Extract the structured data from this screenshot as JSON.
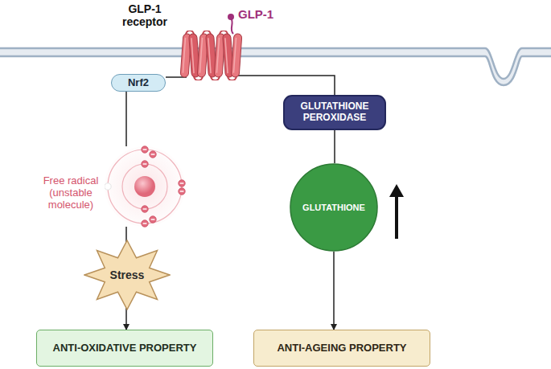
{
  "diagram": {
    "nodes": [
      {
        "text": [
          "GLP-1 receptor"
        ]
      },
      {
        "text": [
          "Nrf2"
        ]
      },
      {
        "text": [
          "GLUTATHIONE PEROXIDASE"
        ]
      },
      {
        "text": [
          "Free radical (unstable molecule)"
        ]
      },
      {
        "text": [
          "Stress"
        ]
      },
      {
        "text": [
          "ANTI-OXIDATIVE PROPERTY"
        ]
      },
      {
        "text": [
          "GLUTATHIONE"
        ]
      },
      {
        "text": [
          "ANTI-AGEING PROPERTY"
        ]
      }
    ],
    "edges": [
      {
        "from": 0,
        "to": 1,
        "arrow": "none"
      },
      {
        "from": 0,
        "to": 2,
        "arrow": "none"
      },
      {
        "from": 1,
        "to": 3,
        "arrow": "none"
      },
      {
        "from": 3,
        "to": 4,
        "arrow": "none"
      },
      {
        "from": 4,
        "to": 5,
        "arrow": "to"
      },
      {
        "from": 2,
        "to": 6,
        "arrow": "none"
      },
      {
        "from": 6,
        "to": 7,
        "arrow": "to"
      }
    ],
    "labels": [
      "GLP-1"
    ]
  }
}
